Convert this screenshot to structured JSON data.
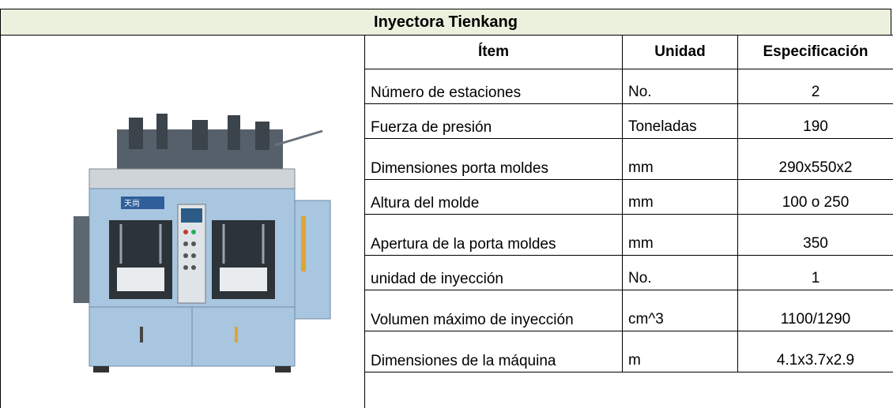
{
  "title": "Inyectora Tienkang",
  "headers": {
    "item": "Ítem",
    "unit": "Unidad",
    "spec": "Especificación"
  },
  "rows": [
    {
      "item": "Número de estaciones",
      "unit": "No.",
      "spec": "2"
    },
    {
      "item": "Fuerza de presión",
      "unit": "Toneladas",
      "spec": "190"
    },
    {
      "item": "Dimensiones porta moldes",
      "unit": "mm",
      "spec": "290x550x2"
    },
    {
      "item": "Altura del molde",
      "unit": "mm",
      "spec": "100 o 250"
    },
    {
      "item": "Apertura de la porta moldes",
      "unit": "mm",
      "spec": "350"
    },
    {
      "item": "unidad de inyección",
      "unit": "No.",
      "spec": "1"
    },
    {
      "item": "Volumen máximo de inyección",
      "unit": "cm^3",
      "spec": "1100/1290"
    },
    {
      "item": "Dimensiones de la máquina",
      "unit": "m",
      "spec": "4.1x3.7x2.9"
    }
  ],
  "colors": {
    "title_bg": "#ebf1dd",
    "machine_body": "#a9c6e0",
    "machine_frame": "#cfd4d8"
  }
}
